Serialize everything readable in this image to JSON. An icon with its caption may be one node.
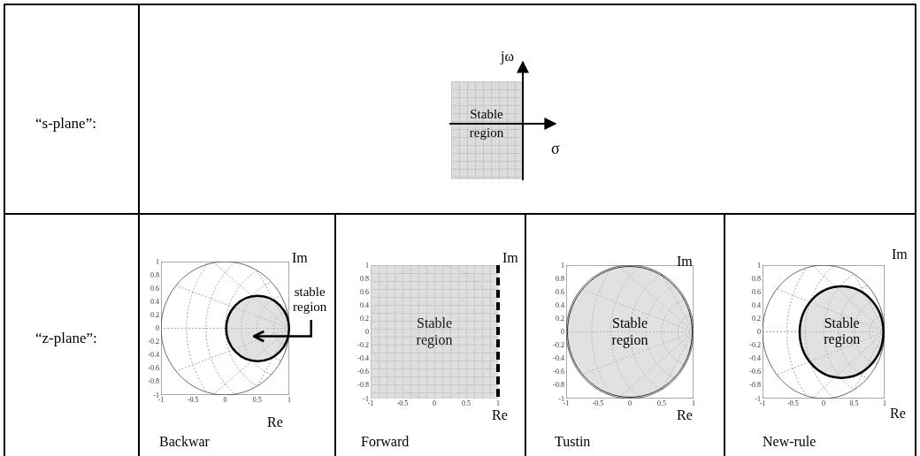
{
  "diagram": {
    "nodes": [
      {
        "text": [
          "Stable region"
        ]
      },
      {
        "text": [
          "stable region"
        ]
      },
      {
        "text": [],
        "shape": "circle"
      },
      {
        "text": [
          "Stable region"
        ]
      },
      {
        "text": [
          "Stable region"
        ]
      },
      {
        "text": [
          "Stable region"
        ]
      }
    ],
    "edges": [
      {
        "from": 1,
        "to": 2,
        "arrow": "to"
      }
    ],
    "labels": [
      "“s-plane”:",
      "jω",
      "σ",
      "“z-plane”:",
      "Im",
      "1",
      "0.8",
      "0.6",
      "0.4",
      "0.2",
      "0",
      "-0.2",
      "-0.4",
      "-0.6",
      "-0.8",
      "-1",
      "-1",
      "-0.5",
      "0",
      "0.5",
      "1",
      "Re",
      "Backwar",
      "Im",
      "1",
      "0.8",
      "0.6",
      "0.4",
      "0.2",
      "0",
      "-0.2",
      "-0.4",
      "-0.6",
      "-0.8",
      "-1",
      "-1",
      "-0.5",
      "0",
      "0.5",
      "1",
      "Re",
      "Forward",
      "Im",
      "1",
      "0.8",
      "0.6",
      "0.4",
      "0.2",
      "0",
      "-0.2",
      "-0.4",
      "-0.6",
      "-0.8",
      "-1",
      "-1",
      "-0.5",
      "0",
      "0.5",
      "1",
      "Re",
      "Tustin",
      "Im",
      "1",
      "0.8",
      "0.6",
      "0.4",
      "0.2",
      "0",
      "-0.2",
      "-0.4",
      "-0.6",
      "-0.8",
      "-1",
      "-1",
      "-0.5",
      "0",
      "0.5",
      "1",
      "Re",
      "New-rule"
    ]
  }
}
